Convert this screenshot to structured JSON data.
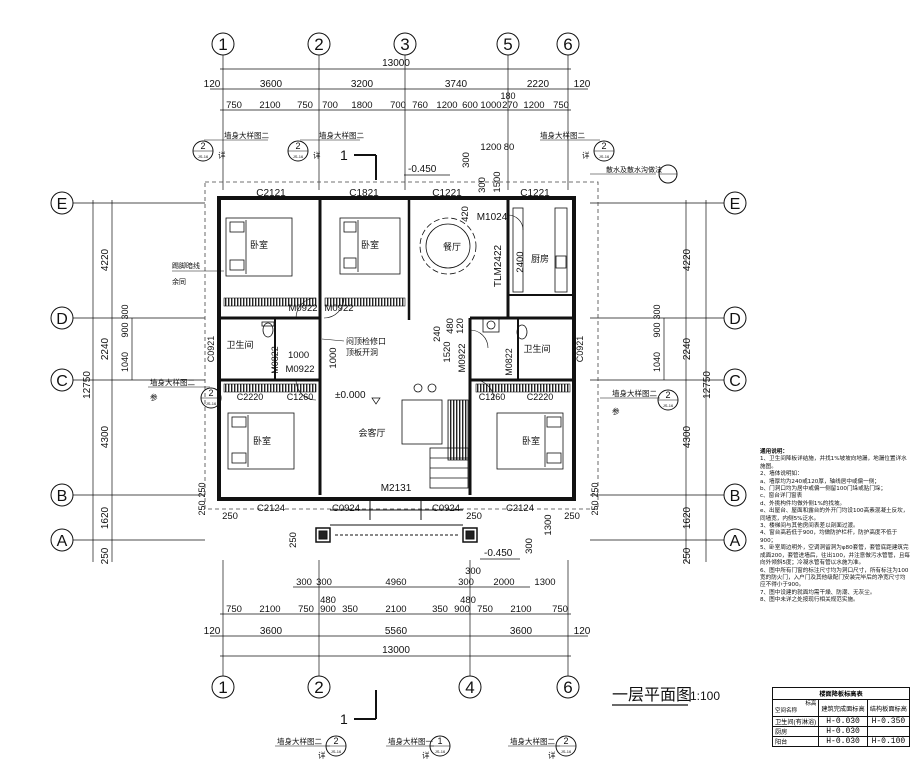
{
  "title": "一层平面图",
  "scale": "1:100",
  "axes_top": [
    "1",
    "2",
    "3",
    "5",
    "6"
  ],
  "axes_bottom": [
    "1",
    "2",
    "4",
    "6"
  ],
  "axes_left": [
    "E",
    "D",
    "C",
    "B",
    "A"
  ],
  "dims": {
    "overall": "13000",
    "top_row1": [
      "120",
      "3600",
      "3200",
      "3740",
      "2220",
      "120"
    ],
    "top_row2": [
      "750",
      "2100",
      "750",
      "700",
      "1800",
      "700",
      "760",
      "1200",
      "600",
      "1000",
      "270",
      "1200",
      "750"
    ],
    "top_180": "180",
    "bottom_row1": [
      "120",
      "3600",
      "5560",
      "3600",
      "120"
    ],
    "bottom_row2": [
      "750",
      "2100",
      "750",
      "900",
      "350",
      "2100",
      "350",
      "900",
      "750",
      "2100",
      "750"
    ],
    "bottom_row3": [
      "300",
      "300",
      "4960",
      "300",
      "2000",
      "1300"
    ],
    "bottom_480a": "480",
    "bottom_480b": "480",
    "left_outer": "12750",
    "left_inner": [
      "4220",
      "2240",
      "4300",
      "1620",
      "250"
    ],
    "left_small": [
      "900",
      "300",
      "1040",
      "250",
      "250"
    ],
    "right_outer": "12750",
    "right_inner": [
      "4220",
      "2240",
      "4300",
      "1620",
      "250"
    ],
    "right_small": [
      "900",
      "300",
      "1040",
      "250",
      "250"
    ]
  },
  "rooms": {
    "bedroom": "卧室",
    "dining": "餐厅",
    "kitchen": "厨房",
    "bath": "卫生间",
    "living": "会客厅"
  },
  "labels": {
    "C2121": "C2121",
    "C1821": "C1821",
    "C1221a": "C1221",
    "C1221b": "C1221",
    "M1024": "M1024",
    "TLM2422": "TLM2422",
    "M0922a": "M0922",
    "M0922b": "M0922",
    "M0922c": "M0922",
    "M0922d": "M0922",
    "M0822a": "M0822",
    "M0822b": "M0822",
    "C0921a": "C0921",
    "C0921b": "C0921",
    "M2131": "M2131",
    "C0924a": "C0924",
    "C0924b": "C0924",
    "C2124a": "C2124",
    "C2124b": "C2124",
    "C1260a": "C1260",
    "C1260b": "C1260",
    "C2220a": "C2220",
    "C2220b": "C2220",
    "elev0": "±0.000",
    "elev1": "-0.450",
    "elev2": "-0.450",
    "dim2400": "2400",
    "dim1200": "1200",
    "dim80": "80",
    "dim300a": "300",
    "dim300b": "300",
    "dim420": "420",
    "dim240": "240",
    "dim480": "480",
    "dim120": "120",
    "dim1520": "1520",
    "dim1000": "1000",
    "dim300c": "300",
    "dim1500": "1500",
    "dim250a": "250",
    "dim250b": "250",
    "dim250c": "250",
    "dim250d": "250",
    "dim1300": "1300",
    "dim3000": "300",
    "section": "1",
    "attic": "闷顶检修口",
    "attic2": "顶板开洞",
    "skirting": "踢脚暗线",
    "sill": "余同",
    "wall_detail": "墙身大样图二",
    "wall_detail1": "墙身大样图一",
    "detail": "详",
    "detail2": "参",
    "drain": "散水及散水沟做法",
    "ref_num": "2",
    "ref_num1": "1",
    "ref_sheet": "JS-16"
  },
  "notes": {
    "heading": "通用说明：",
    "items": [
      "1、卫生间降板详结施，并找1%坡坡向地漏，地漏位置详水施图。",
      "2、墙体说明如：",
      "a、墙厚均为240或120厚，轴线居中或偏一侧；",
      "b、门洞口均为居中或偏一侧留100门垛或贴门垛；",
      "c、窗台详门窗表",
      "d、外挑构件均做外侧1%的找坡。",
      "e、出屋台、屋面和露台的外开门均设100高素混凝土反坎，同墙宽，内侧5%泛水。",
      "3、楼梯间与其他房间表差以剖面过渡。",
      "4、窗台高若低于900，均做防护栏杆，防护高度不低于900；",
      "5、卧室周边明外，空调洞留洞为φ80套管，套管底距建筑完成面200，套管进墙后，往出100，并注意做污水管管，且每向外倾斜5度；冷凝水管有管以水施为准。",
      "6、图中所有门窗的标注尺寸均为洞口尺寸，所有标注为100宽的防火门，入户门及其他级配门安装完毕后的净宽尺寸均应不得小于900。",
      "7、图中设建的就面均需干燥、防潮、无灰尘。",
      "8、图中未详之处按现行相关规范实施。"
    ]
  },
  "table": {
    "caption": "楼面降板标高表",
    "header_diag_top": "标高",
    "header_diag_bottom": "空间名称",
    "header_col1": "建筑完成面标高",
    "header_col2": "结构板面标高",
    "rows": [
      {
        "name": "卫生间(有淋浴)",
        "a": "H-0.030",
        "b": "H-0.350"
      },
      {
        "name": "厨房",
        "a": "H-0.030",
        "b": ""
      },
      {
        "name": "阳台",
        "a": "H-0.030",
        "b": "H-0.100"
      }
    ]
  }
}
